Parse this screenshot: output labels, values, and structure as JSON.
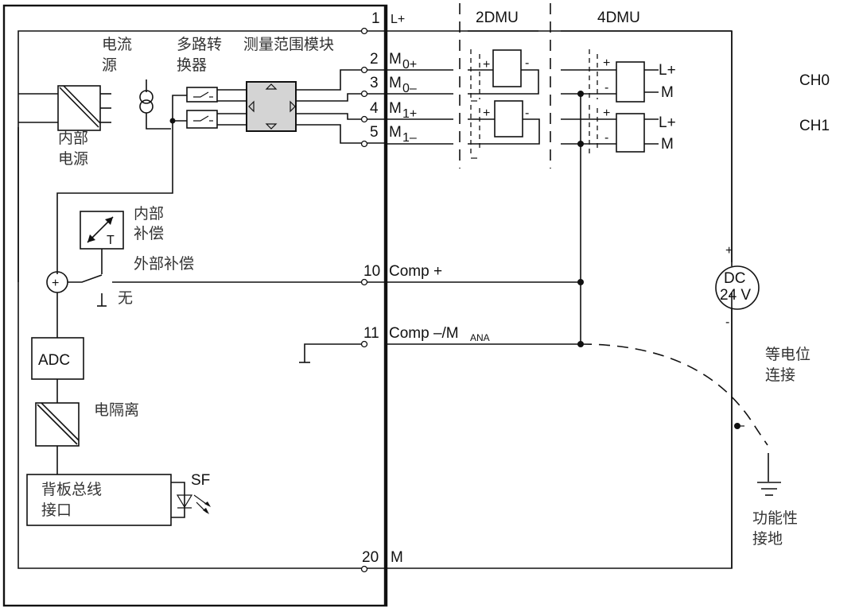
{
  "diagram": {
    "module_labels": {
      "current_source": [
        "电流",
        "源"
      ],
      "multiplexer": [
        "多路转",
        "换器"
      ],
      "range_module": "测量范围模块",
      "internal_power": [
        "内部",
        "电源"
      ],
      "internal_comp": [
        "内部",
        "补偿"
      ],
      "external_comp": "外部补偿",
      "none": "无",
      "adc": "ADC",
      "isolation": "电隔离",
      "backplane": [
        "背板总线",
        "接口"
      ],
      "sf_led": "SF"
    },
    "terminals": [
      {
        "num": "1",
        "label": "L+"
      },
      {
        "num": "2",
        "label": "M",
        "sub": "0+"
      },
      {
        "num": "3",
        "label": "M",
        "sub": "0–"
      },
      {
        "num": "4",
        "label": "M",
        "sub": "1+"
      },
      {
        "num": "5",
        "label": "M",
        "sub": "1–"
      },
      {
        "num": "10",
        "label": "Comp +"
      },
      {
        "num": "11",
        "label": "Comp –/M",
        "sub": "ANA"
      },
      {
        "num": "20",
        "label": "M"
      }
    ],
    "transducer_groups": [
      "2DMU",
      "4DMU"
    ],
    "transducer_pins": {
      "plus": "+",
      "minus": "-",
      "lplus": "L+",
      "m": "M"
    },
    "channels": [
      "CH0",
      "CH1"
    ],
    "power_supply": {
      "line1": "DC",
      "line2": "24 V",
      "plus": "+",
      "minus": "-"
    },
    "equipotential": [
      "等电位",
      "连接"
    ],
    "functional_earth": [
      "功能性",
      "接地"
    ],
    "temp_sensor_letter": "T"
  }
}
